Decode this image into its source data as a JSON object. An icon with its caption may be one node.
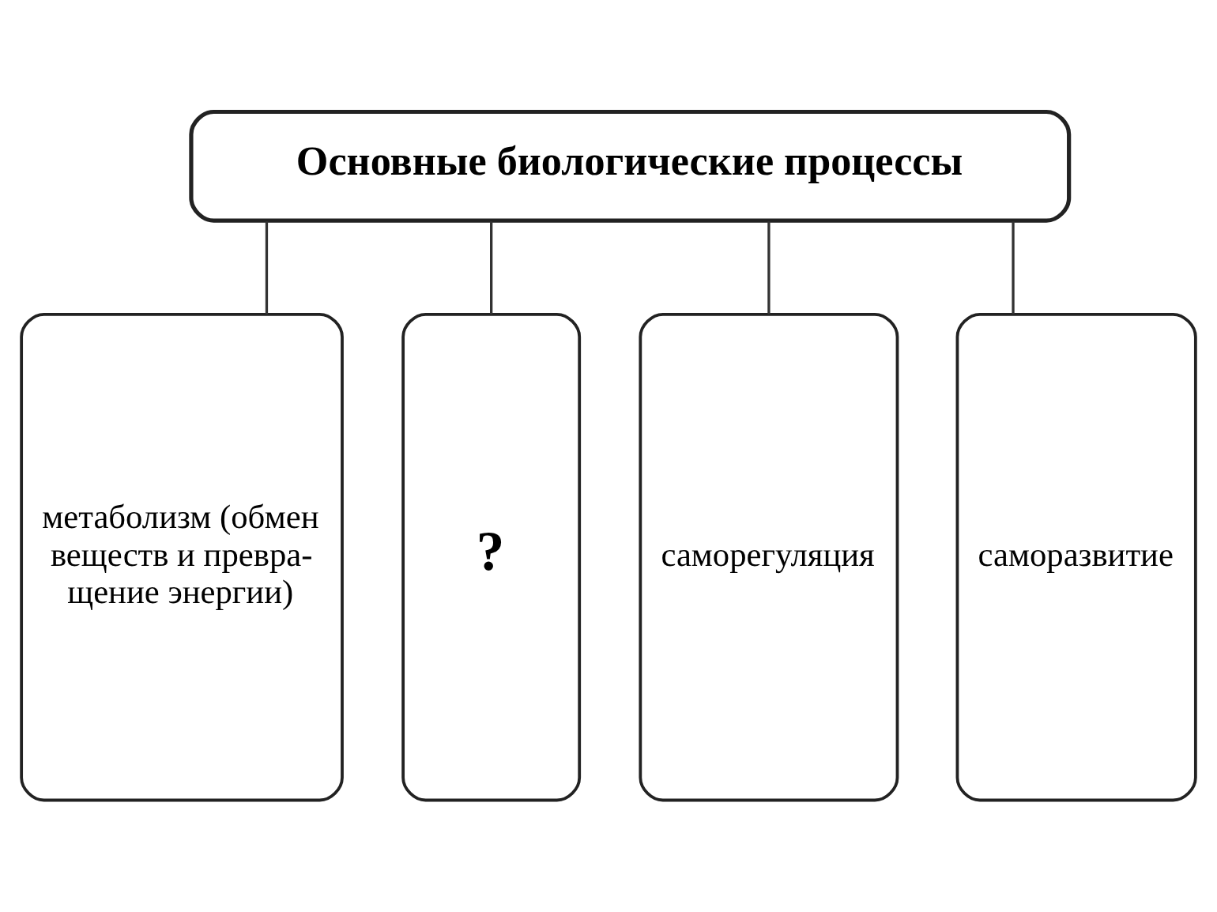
{
  "diagram": {
    "nodes": [
      {
        "text": [
          "Основные биологические процессы"
        ]
      },
      {
        "text": [
          "метаболизм (обмен веществ и превра- щение энергии)"
        ]
      },
      {
        "text": [
          "?"
        ]
      },
      {
        "text": [
          "саморегуляция"
        ]
      },
      {
        "text": [
          "саморазвитие"
        ]
      }
    ],
    "edges": [
      {
        "from": 0,
        "to": 1,
        "arrow": "none"
      },
      {
        "from": 0,
        "to": 2,
        "arrow": "none"
      },
      {
        "from": 0,
        "to": 3,
        "arrow": "none"
      },
      {
        "from": 0,
        "to": 4,
        "arrow": "none"
      }
    ]
  }
}
